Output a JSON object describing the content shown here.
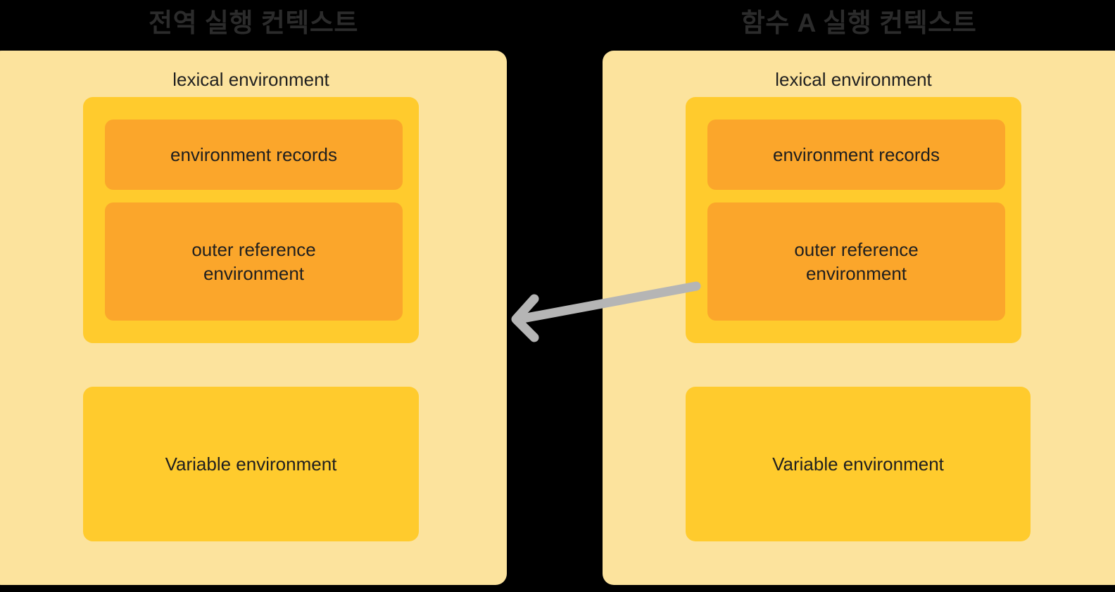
{
  "diagram": {
    "type": "execution-context-scope-chain",
    "background_color": "#000000",
    "palette": {
      "panel": "#FCE39D",
      "lexical_environment": "#FFCB2D",
      "inner_record": "#FBA62B",
      "arrow": "#B5B5B5",
      "title_text": "#2b2b2b",
      "body_text": "#1f1f1f"
    }
  },
  "contexts": [
    {
      "id": "global",
      "title": "전역 실행 컨텍스트",
      "lexical_environment": {
        "caption": "lexical environment",
        "environment_records": "environment records",
        "outer_reference_environment": "outer reference\nenvironment",
        "outer_reference_line1": "outer reference",
        "outer_reference_line2": "environment"
      },
      "variable_environment": "Variable environment"
    },
    {
      "id": "funcA",
      "title": "함수 A 실행 컨텍스트",
      "lexical_environment": {
        "caption": "lexical environment",
        "environment_records": "environment records",
        "outer_reference_environment": "outer reference\nenvironment",
        "outer_reference_line1": "outer reference",
        "outer_reference_line2": "environment"
      },
      "variable_environment": "Variable environment"
    }
  ],
  "arrow": {
    "name": "outer-reference-arrow",
    "from": "함수 A 실행 컨텍스트 / outer reference environment",
    "to": "전역 실행 컨텍스트",
    "direction": "right-to-left",
    "color": "#B5B5B5"
  }
}
